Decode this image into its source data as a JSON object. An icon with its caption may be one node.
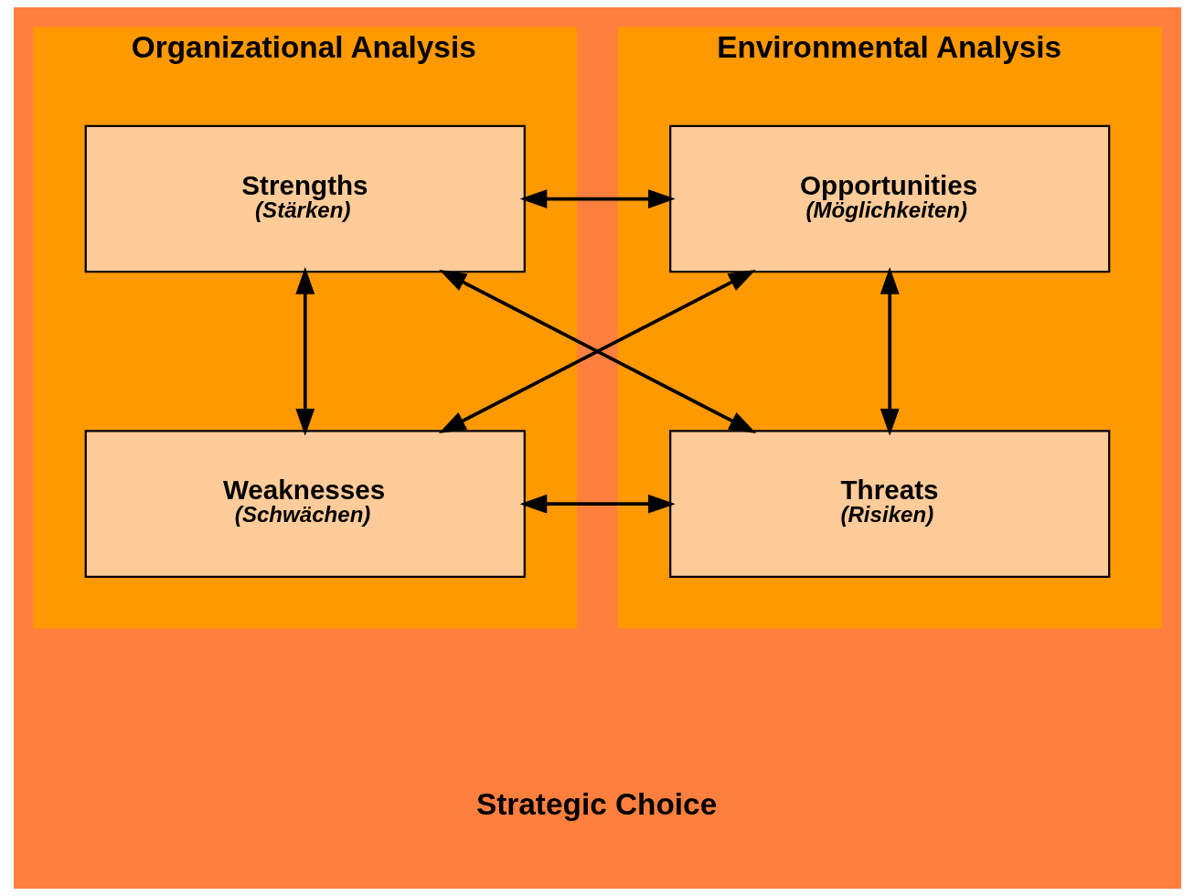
{
  "diagram": {
    "nodes": [
      {
        "text": [
          "Organizational Analysis"
        ]
      },
      {
        "text": [
          "Strengths",
          "(Stärken)"
        ],
        "in": 0
      },
      {
        "text": [
          "Weaknesses",
          "(Schwächen)"
        ],
        "in": 0
      },
      {
        "text": [
          "Environmental Analysis"
        ]
      },
      {
        "text": [
          "Opportunities",
          "(Möglichkeiten)"
        ],
        "in": 3
      },
      {
        "text": [
          "Threats",
          "(Risiken)"
        ],
        "in": 3
      }
    ],
    "edges": [
      {
        "from": 1,
        "to": 4,
        "arrow": "both"
      },
      {
        "from": 1,
        "to": 2,
        "arrow": "both"
      },
      {
        "from": 1,
        "to": 5,
        "arrow": "both"
      },
      {
        "from": 4,
        "to": 2,
        "arrow": "both"
      },
      {
        "from": 4,
        "to": 5,
        "arrow": "both"
      },
      {
        "from": 2,
        "to": 5,
        "arrow": "both"
      }
    ],
    "labels": [
      "Strategic Choice"
    ]
  }
}
